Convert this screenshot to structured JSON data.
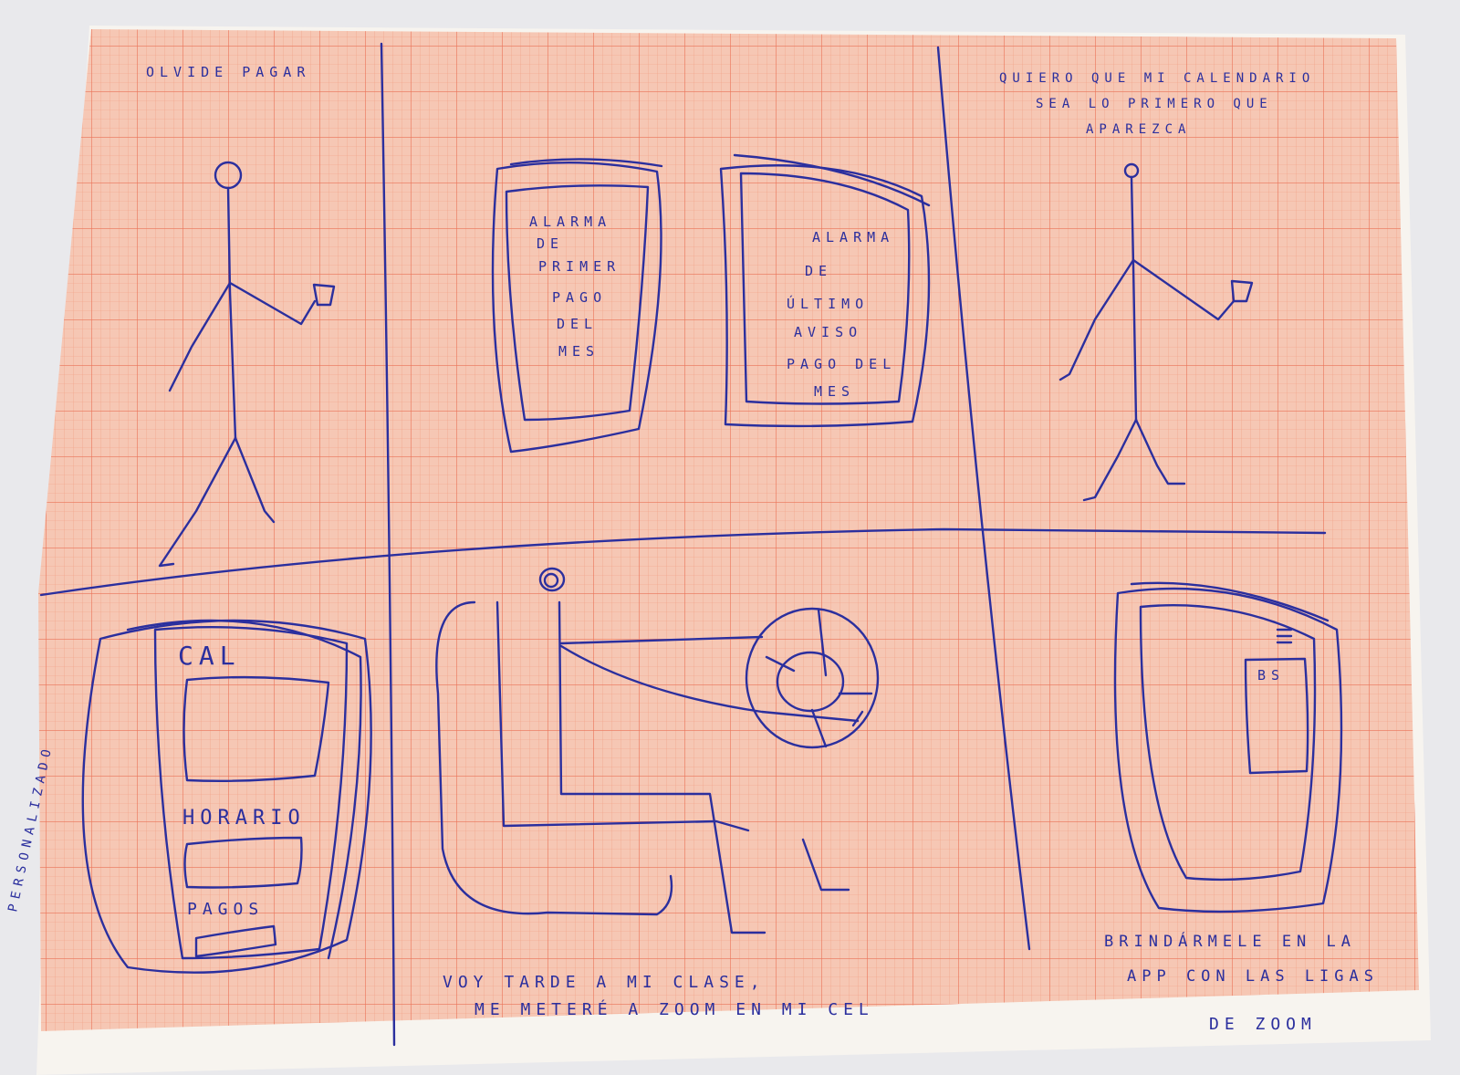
{
  "panel1": {
    "caption": "OLVIDE PAGAR"
  },
  "panel2": {
    "phone_left": [
      "ALARMA",
      "DE",
      "PRIMER",
      "PAGO",
      "DEL",
      "MES"
    ],
    "phone_right": [
      "ALARMA",
      "DE",
      "ÚLTIMO",
      "AVISO",
      "PAGO DEL",
      "MES"
    ]
  },
  "panel3": {
    "caption": [
      "QUIERO QUE MI CALENDARIO",
      "SEA LO PRIMERO QUE",
      "APAREZCA"
    ]
  },
  "panel4": {
    "margin_text": "PERSONALIZADO",
    "labels": [
      "CAL",
      "HORARIO",
      "PAGOS"
    ]
  },
  "panel5": {
    "caption": [
      "VOY TARDE A MI CLASE,",
      "ME METERÉ A ZOOM EN MI CEL"
    ]
  },
  "panel6": {
    "screen_label": "BS",
    "caption": [
      "BRINDÁRMELE EN LA",
      "APP CON LAS LIGAS",
      "DE ZOOM"
    ]
  },
  "colors": {
    "paper": "#f6c7b4",
    "grid": "#f08a6e",
    "ink": "#2b2f9e"
  }
}
